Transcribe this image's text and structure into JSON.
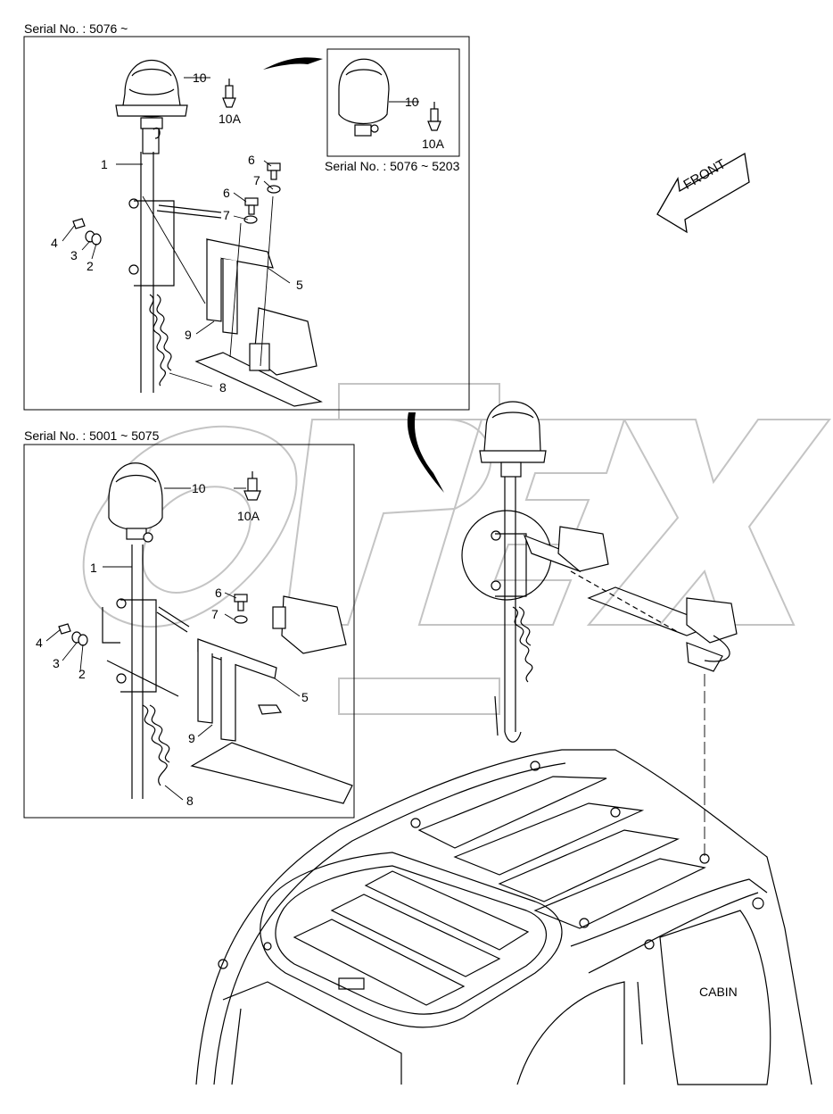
{
  "serials": {
    "top": "Serial No. : 5076 ~",
    "inset": "Serial No. : 5076 ~ 5203",
    "bottom": "Serial No. : 5001 ~ 5075"
  },
  "direction_label": "FRONT",
  "watermark": "OPEX",
  "main_label": "CABIN",
  "callouts_top": [
    "10",
    "10A",
    "1",
    "6",
    "7",
    "6",
    "7",
    "4",
    "3",
    "2",
    "5",
    "9",
    "8"
  ],
  "callouts_inset": [
    "10",
    "10A"
  ],
  "callouts_bottom": [
    "10",
    "10A",
    "1",
    "6",
    "7",
    "4",
    "3",
    "2",
    "5",
    "9",
    "8"
  ],
  "colors": {
    "line": "#000000",
    "watermark": "#c8c8c8",
    "background": "#ffffff"
  }
}
